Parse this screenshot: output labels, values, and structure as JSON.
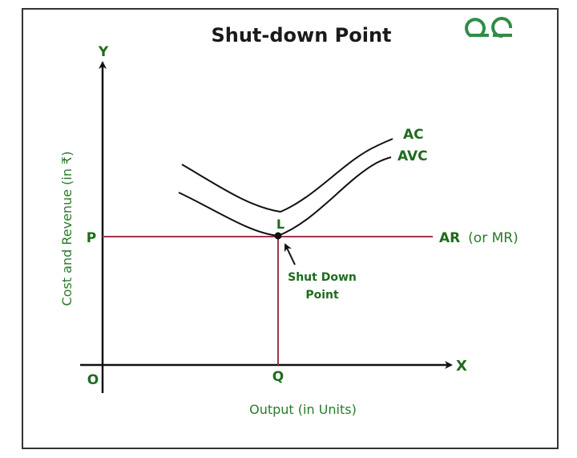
{
  "title": "Shut-down Point",
  "logo": {
    "icon": "gfg-logo-icon",
    "color": "#2f8d46"
  },
  "axes": {
    "y_label": "Y",
    "x_label": "X",
    "origin_label": "O",
    "y_title": "Cost and Revenue (in ₹)",
    "x_title": "Output (in Units)"
  },
  "points": {
    "p_label": "P",
    "q_label": "Q",
    "l_label": "L"
  },
  "curves": {
    "ac_label": "AC",
    "avc_label": "AVC",
    "ar_label": "AR",
    "ar_suffix": "(or MR)"
  },
  "annotation": {
    "line1": "Shut Down",
    "line2": "Point"
  },
  "colors": {
    "label_green": "#1f6b1f",
    "price_line": "#a0344a",
    "axis": "#111111"
  },
  "chart_data": {
    "type": "line",
    "title": "Shut-down Point",
    "xlabel": "Output (in Units)",
    "ylabel": "Cost and Revenue (in ₹)",
    "series": [
      {
        "name": "AC",
        "shape": "U-shaped curve, minimum above L"
      },
      {
        "name": "AVC",
        "shape": "U-shaped curve, minimum at L (tangent to AR)"
      },
      {
        "name": "AR (or MR)",
        "shape": "horizontal line at price P"
      }
    ],
    "annotations": [
      "P",
      "Q",
      "L",
      "O",
      "Shut Down Point"
    ],
    "grid": false
  }
}
